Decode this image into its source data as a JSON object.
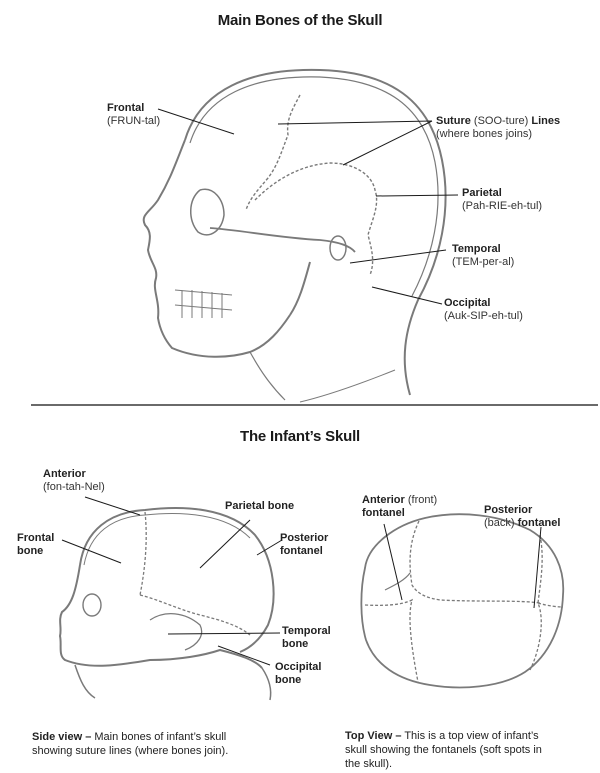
{
  "section1": {
    "title": "Main Bones of the Skull",
    "labels": [
      {
        "id": "frontal",
        "name": "Frontal",
        "pronunciation": "(FRUN-tal)"
      },
      {
        "id": "suture",
        "name": "Suture",
        "pronunciation": "(SOO-ture)",
        "name_suffix": "Lines",
        "note": "(where bones joins)"
      },
      {
        "id": "parietal",
        "name": "Parietal",
        "pronunciation": "(Pah-RIE-eh-tul)"
      },
      {
        "id": "temporal",
        "name": "Temporal",
        "pronunciation": "(TEM-per-al)"
      },
      {
        "id": "occipital",
        "name": "Occipital",
        "pronunciation": "(Auk-SIP-eh-tul)"
      }
    ]
  },
  "section2": {
    "title": "The Infant’s Skull",
    "side_view": {
      "labels": {
        "anterior": {
          "name": "Anterior",
          "pronunciation": "(fon-tah-Nel)"
        },
        "frontal": {
          "line1": "Frontal",
          "line2": "bone"
        },
        "parietal": {
          "name": "Parietal bone"
        },
        "posterior": {
          "line1": "Posterior",
          "line2": "fontanel"
        },
        "temporal": {
          "line1": "Temporal",
          "line2": "bone"
        },
        "occipital": {
          "line1": "Occipital",
          "line2": "bone"
        }
      },
      "caption_bold": "Side view –",
      "caption_text": "Main bones of infant’s skull",
      "caption_line2": "showing suture lines (where bones join)."
    },
    "top_view": {
      "labels": {
        "anterior": {
          "name": "Anterior",
          "qualifier": "(front)",
          "line2": "fontanel"
        },
        "posterior": {
          "name": "Posterior",
          "qualifier": "(back)",
          "line2": "fontanel"
        }
      },
      "caption_bold": "Top View –",
      "caption_text": "This is a top view of infant’s",
      "caption_line2": "skull showing the fontanels (soft spots in",
      "caption_line3": "the skull)."
    }
  },
  "colors": {
    "ink": "#1a1a1a",
    "drawing": "#7a7a7a",
    "divider": "#6a6a6a",
    "background": "#ffffff"
  }
}
